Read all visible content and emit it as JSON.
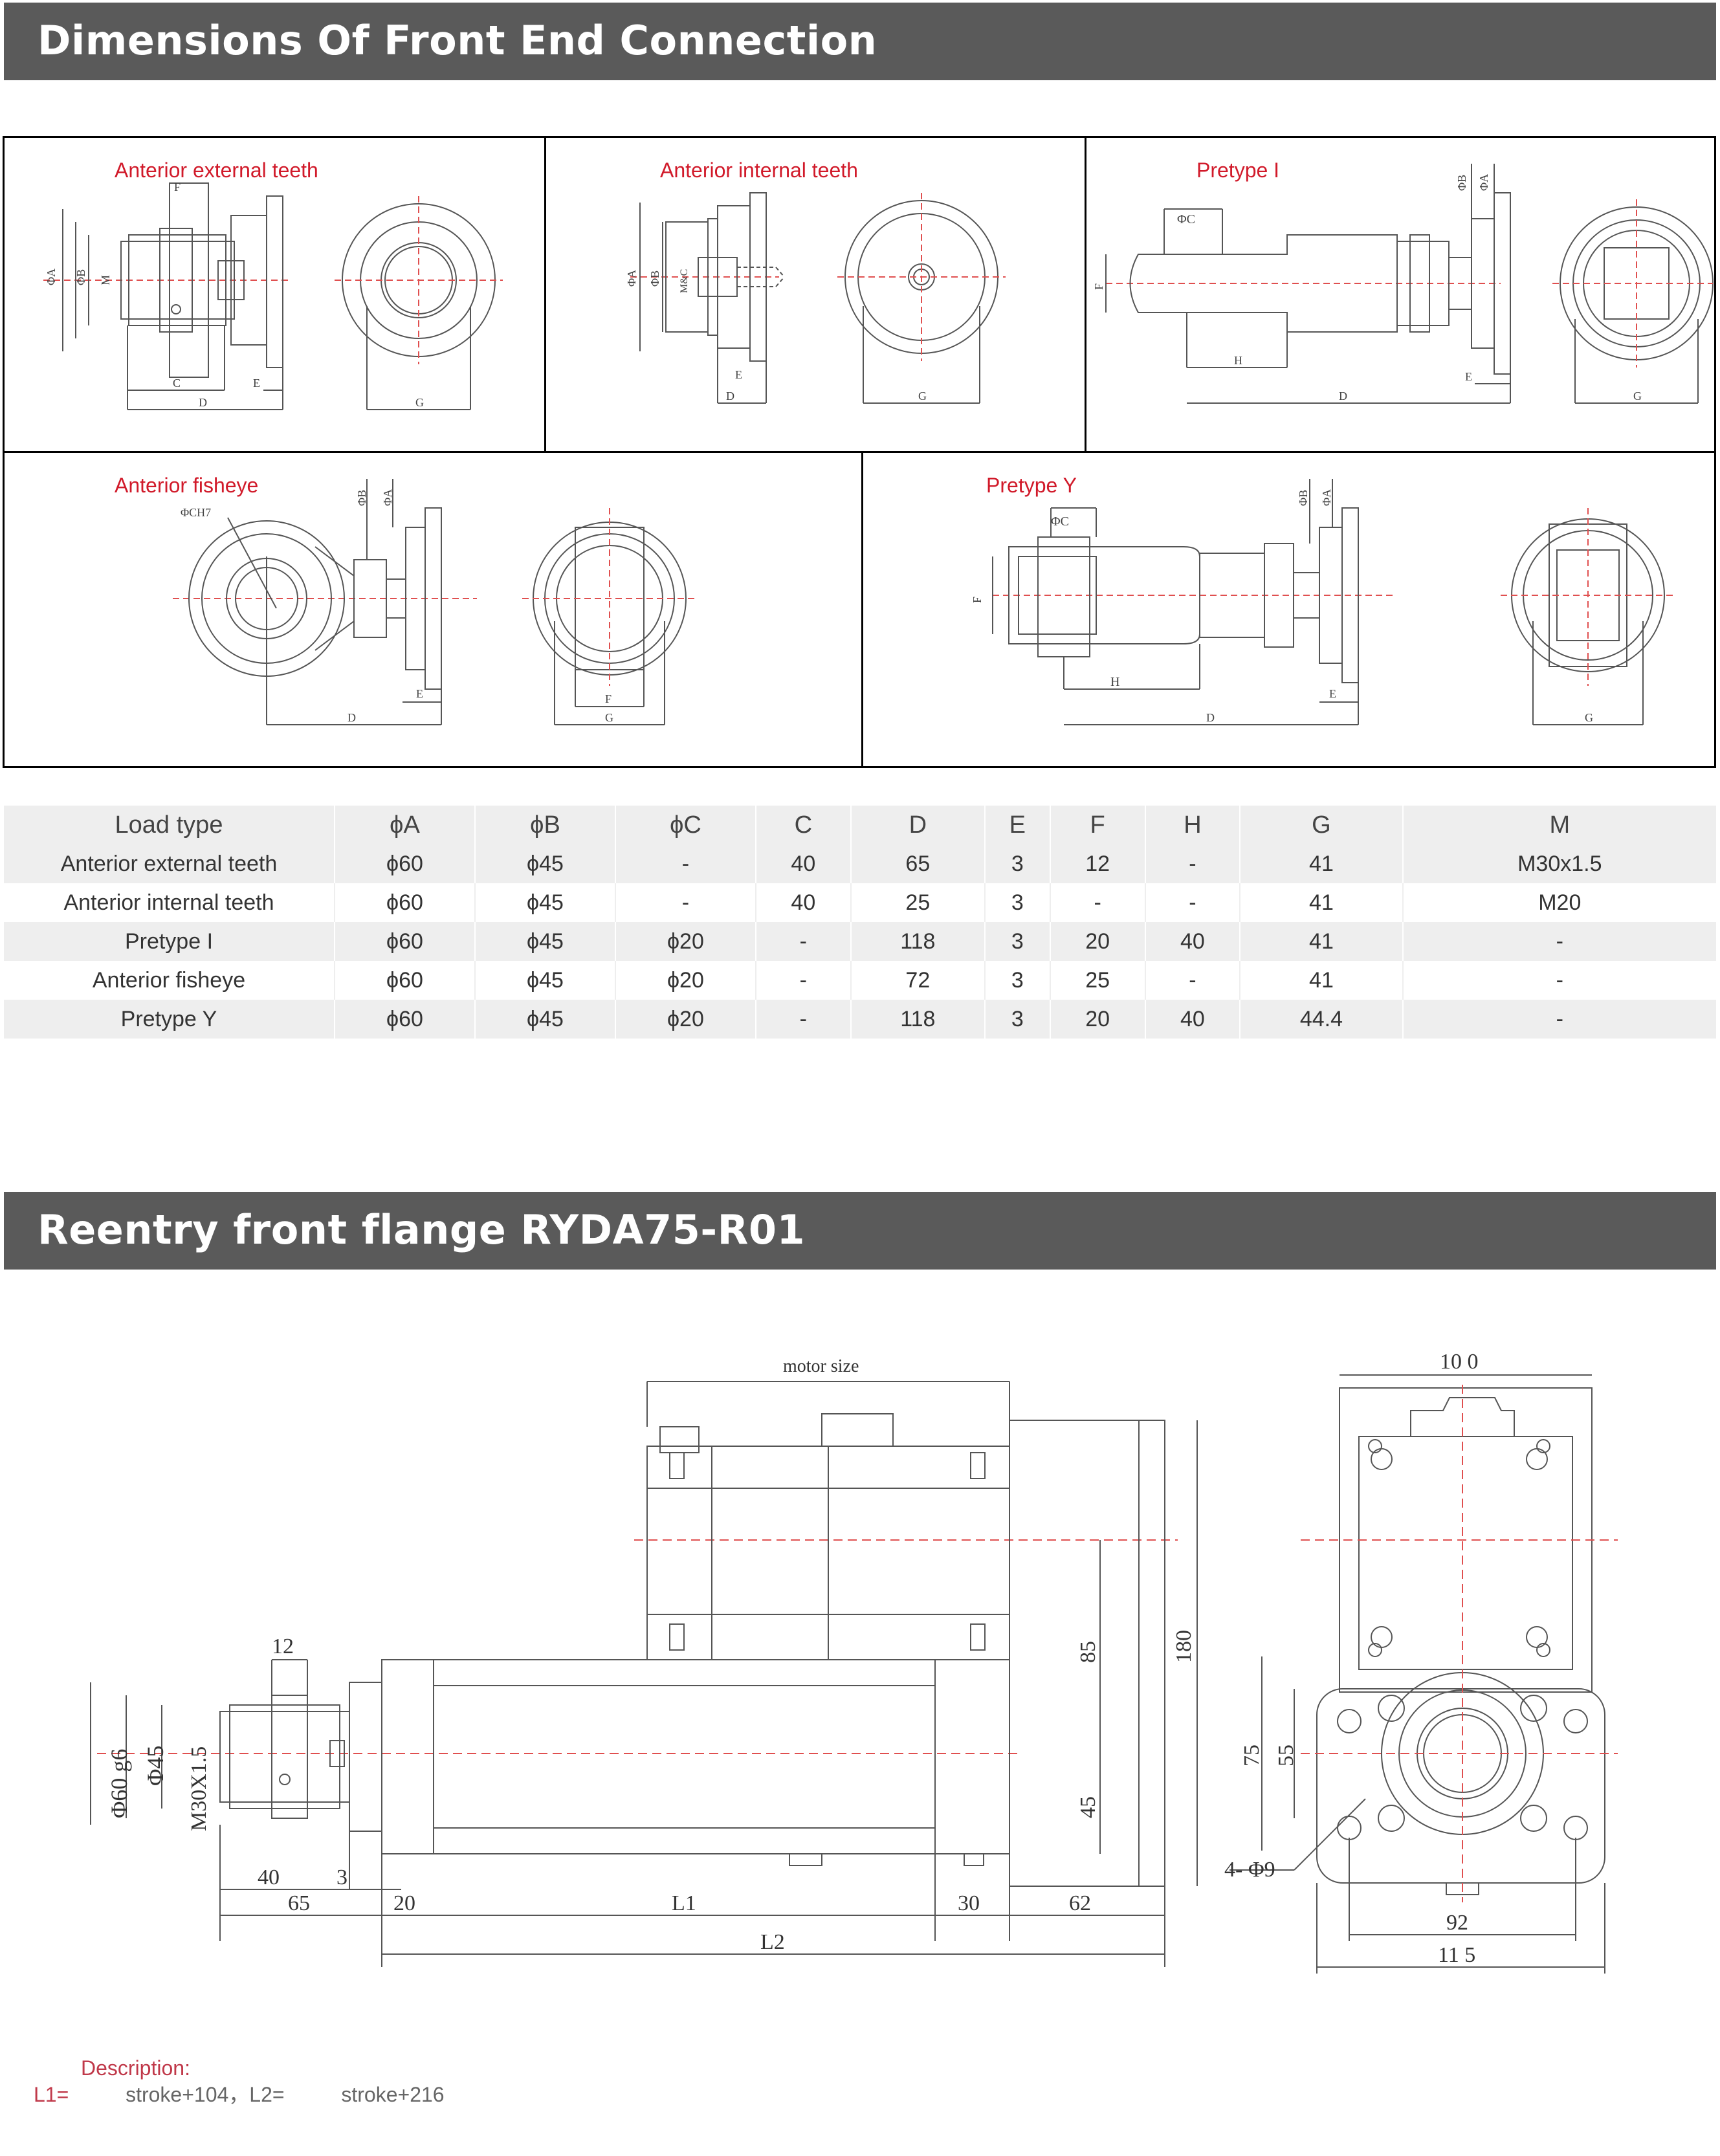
{
  "section1": {
    "title": "Dimensions Of Front End Connection"
  },
  "panels": {
    "p1": {
      "title": "Anterior external teeth"
    },
    "p2": {
      "title": "Anterior internal teeth"
    },
    "p3": {
      "title": "Pretype I"
    },
    "p4": {
      "title": "Anterior fisheye"
    },
    "p5": {
      "title": "Pretype Y"
    }
  },
  "dimension_letters": {
    "phiA": "ΦA",
    "phiB": "ΦB",
    "phiC": "ΦC",
    "phiCH7": "ΦCH7",
    "mc": "M&C",
    "C": "C",
    "D": "D",
    "E": "E",
    "F": "F",
    "G": "G",
    "H": "H",
    "M": "M"
  },
  "table": {
    "headers": [
      "Load type",
      "ϕA",
      "ϕB",
      "ϕC",
      "C",
      "D",
      "E",
      "F",
      "H",
      "G",
      "M"
    ],
    "rows": [
      [
        "Anterior external teeth",
        "ϕ60",
        "ϕ45",
        "-",
        "40",
        "65",
        "3",
        "12",
        "-",
        "41",
        "M30x1.5"
      ],
      [
        "Anterior internal teeth",
        "ϕ60",
        "ϕ45",
        "-",
        "40",
        "25",
        "3",
        "-",
        "-",
        "41",
        "M20"
      ],
      [
        "Pretype I",
        "ϕ60",
        "ϕ45",
        "ϕ20",
        "-",
        "118",
        "3",
        "20",
        "40",
        "41",
        "-"
      ],
      [
        "Anterior fisheye",
        "ϕ60",
        "ϕ45",
        "ϕ20",
        "-",
        "72",
        "3",
        "25",
        "-",
        "41",
        "-"
      ],
      [
        "Pretype Y",
        "ϕ60",
        "ϕ45",
        "ϕ20",
        "-",
        "118",
        "3",
        "20",
        "40",
        "44.4",
        "-"
      ]
    ]
  },
  "section2": {
    "title": "Reentry front flange RYDA75-R01"
  },
  "drawing": {
    "motor_size": "motor size",
    "d12": "12",
    "d_phi60": "Φ60  g6",
    "d_phi45": "Φ45",
    "d_m30": "M30X1.5",
    "d40": "40",
    "d3": "3",
    "d65": "65",
    "d20": "20",
    "dL1": "L1",
    "d30": "30",
    "d62": "62",
    "dL2": "L2",
    "d85": "85",
    "d45": "45",
    "d180": "180",
    "d100": "10 0",
    "d75": "75",
    "d55": "55",
    "d4phi9": "4- Φ9",
    "d92": "92",
    "d115": "11 5"
  },
  "description": {
    "title": "Description:",
    "l1_label": "L1=",
    "l1_value": "stroke+104，L2=",
    "l2_value": "stroke+216"
  }
}
